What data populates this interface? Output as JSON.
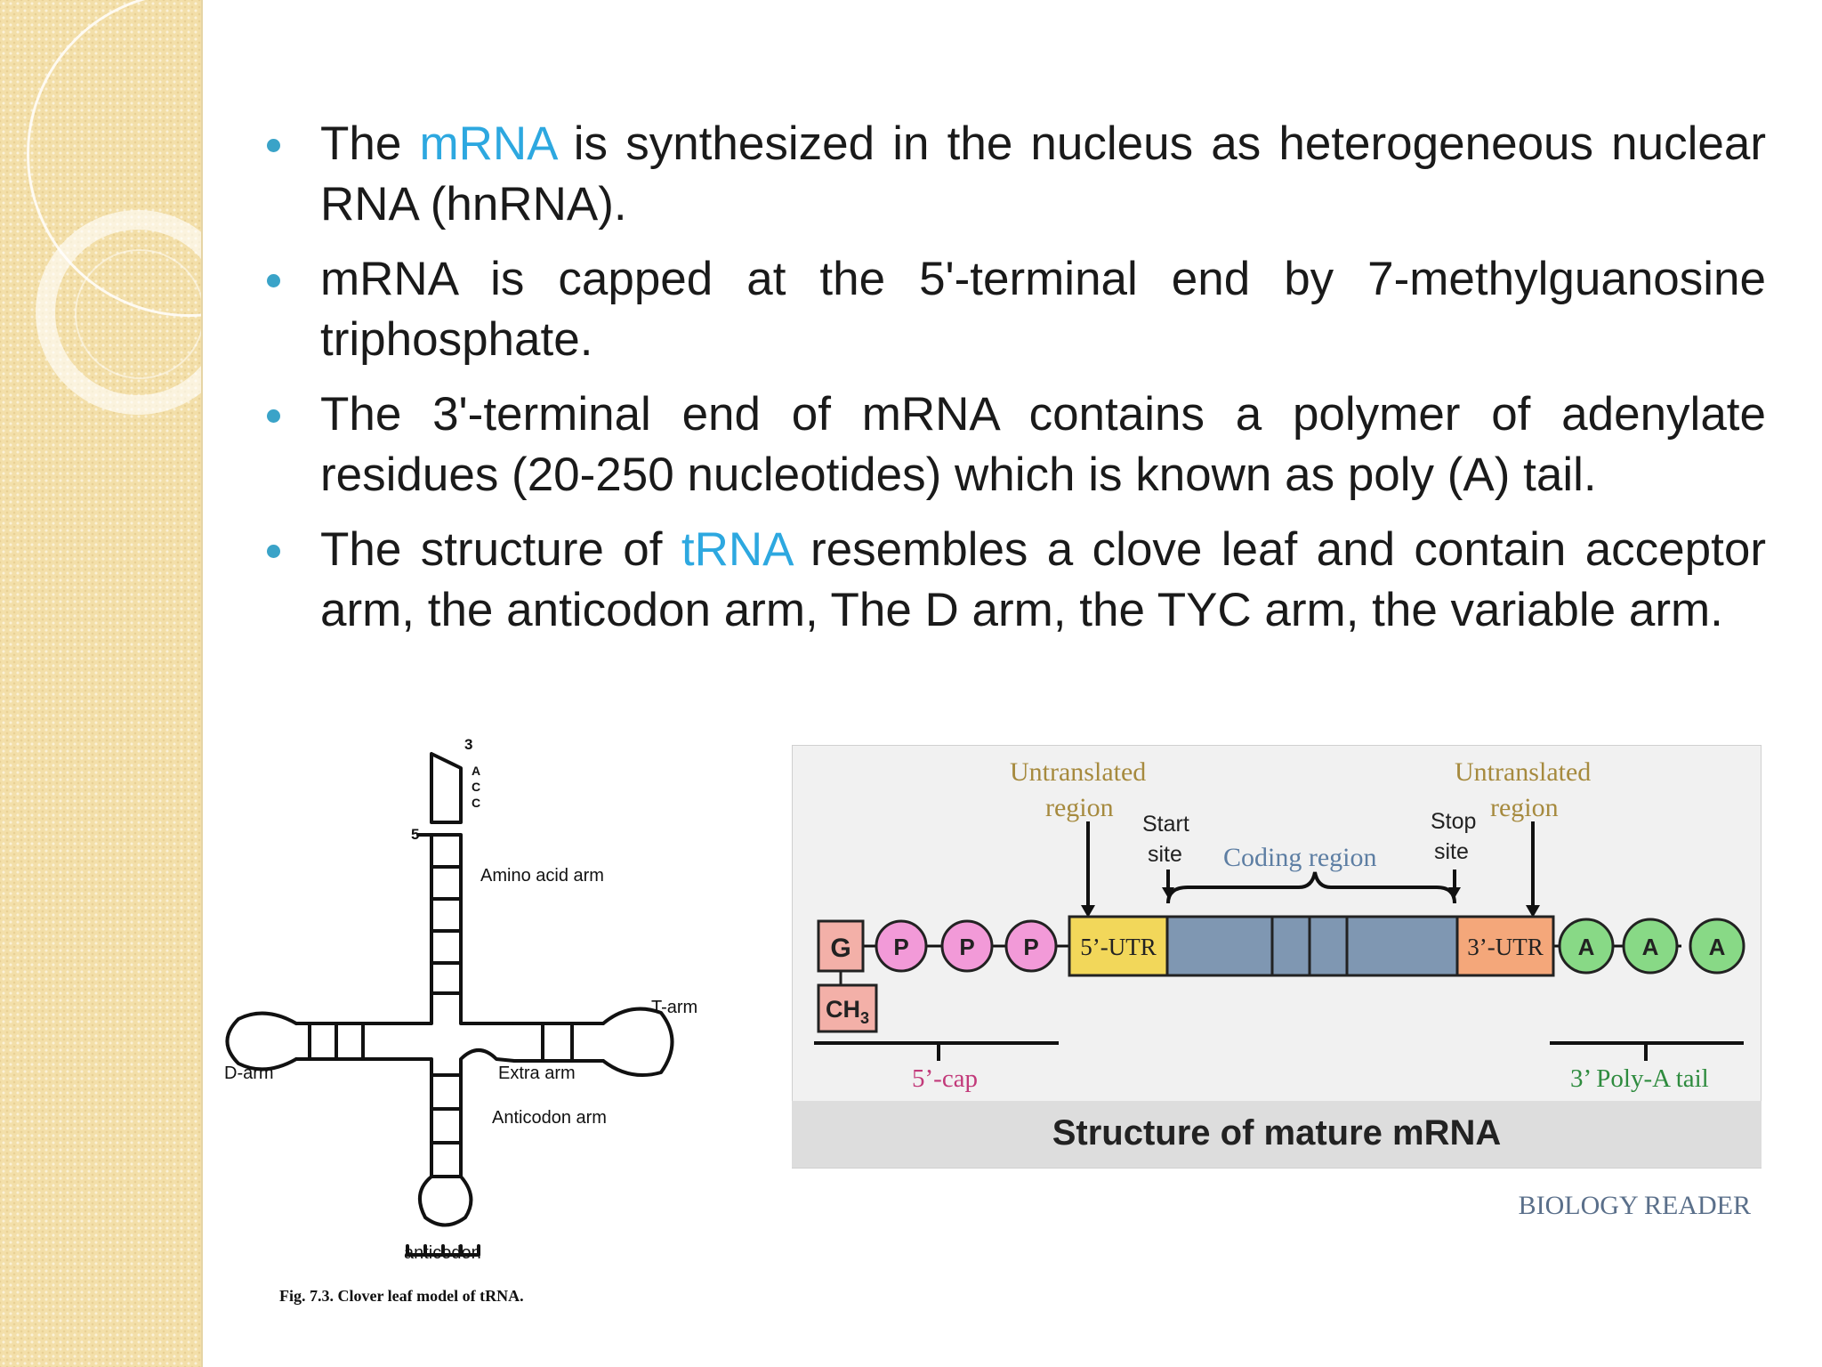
{
  "bullets": [
    {
      "parts": [
        "The ",
        "mRNA",
        " is synthesized in the nucleus as heterogeneous nuclear RNA (hnRNA)."
      ]
    },
    {
      "text": "mRNA is capped at the 5'-terminal end by 7-methylguanosine triphosphate."
    },
    {
      "text": "The 3'-terminal end of mRNA contains a polymer of adenylate residues (20-250 nucleotides) which is known as poly (A) tail."
    },
    {
      "parts": [
        "The structure of ",
        "tRNA",
        " resembles a clove leaf and contain acceptor arm, the anticodon arm, The D arm, the TYC arm, the variable arm."
      ]
    }
  ],
  "colors": {
    "accent": "#2da8e0",
    "bullet": "#3aa3c8"
  },
  "trna_figure": {
    "end3": "3",
    "end5": "5",
    "bases": [
      "A",
      "C",
      "C"
    ],
    "amino_acid_arm": "Amino acid arm",
    "t_arm": "T-arm",
    "d_arm": "D-arm",
    "extra_arm": "Extra arm",
    "anticodon_arm": "Anticodon arm",
    "anticodon": "anticodon",
    "caption": "Fig. 7.3. Clover leaf model of tRNA."
  },
  "mrna_figure": {
    "utr_left_line1": "Untranslated",
    "utr_left_line2": "region",
    "utr_right_line1": "Untranslated",
    "utr_right_line2": "region",
    "start_line1": "Start",
    "start_line2": "site",
    "stop_line1": "Stop",
    "stop_line2": "site",
    "coding_region": "Coding region",
    "g": "G",
    "p": "P",
    "ch3": "CH",
    "ch3_sub": "3",
    "utr5": "5’-UTR",
    "utr3": "3’-UTR",
    "a": "A",
    "cap": "5’-cap",
    "polya": "3’ Poly-A tail",
    "title": "Structure of mature mRNA",
    "credit": "BIOLOGY READER"
  }
}
